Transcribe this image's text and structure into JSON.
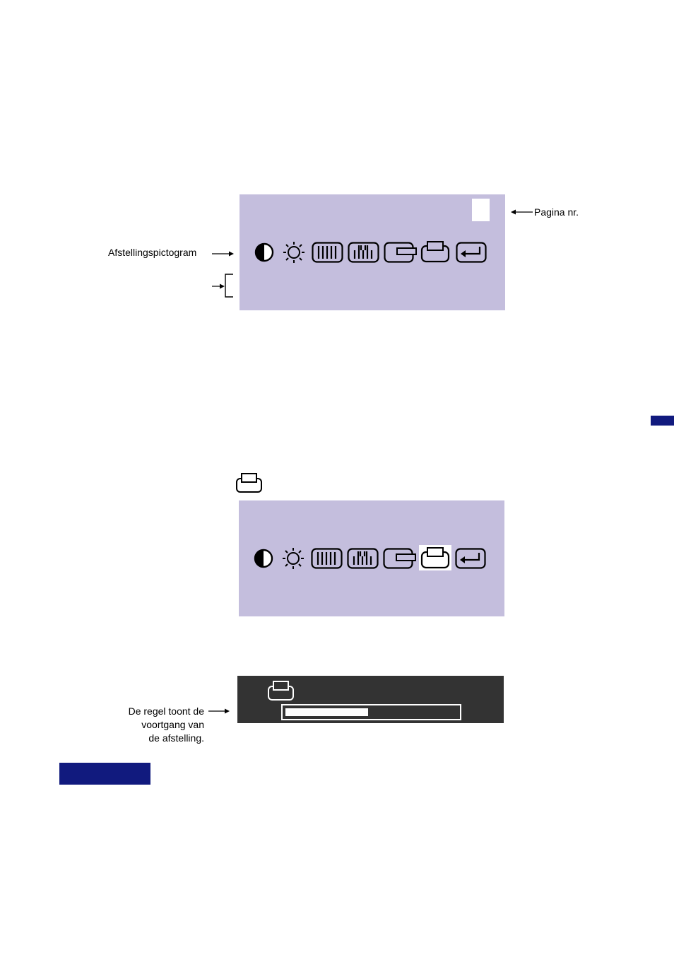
{
  "labels": {
    "page_number": "Pagina nr.",
    "adjustment_icon": "Afstellingspictogram",
    "progress_line_1": "De regel toont de",
    "progress_line_2": "voortgang van",
    "progress_line_3": "de afstelling."
  },
  "osd_menu_1": {
    "icons": [
      "contrast-icon",
      "brightness-icon",
      "h-position-icon",
      "v-position-icon",
      "h-size-icon",
      "v-size-icon",
      "return-icon"
    ],
    "selected_icon": null
  },
  "osd_menu_2": {
    "icons": [
      "contrast-icon",
      "brightness-icon",
      "h-position-icon",
      "v-position-icon",
      "h-size-icon",
      "v-size-icon",
      "return-icon"
    ],
    "selected_icon": "v-size-icon"
  },
  "standalone_icon": "v-size-icon",
  "progress_bar": {
    "icon": "v-size-icon",
    "progress_fraction": 0.48
  },
  "colors": {
    "osd_background": "#c4bedd",
    "osd_dark_bar": "#333333",
    "accent_blue": "#111a7e",
    "highlight": "#ffffff"
  }
}
